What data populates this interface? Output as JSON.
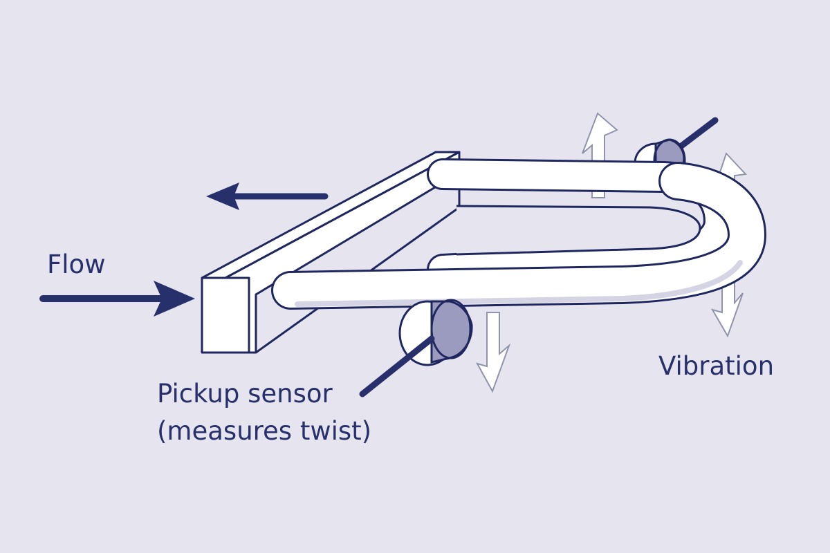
{
  "labels": {
    "flow": "Flow",
    "vibration": "Vibration",
    "pickup_line1": "Pickup sensor",
    "pickup_line2": "(measures twist)"
  },
  "colors": {
    "background": "#e6e5ef",
    "ink": "#27306a",
    "outline": "#1f275e",
    "tube_fill": "#ffffff",
    "tube_shadow": "#c9c9df",
    "sensor_band": "#9b9bbf",
    "vibration_arrow": "#8f93ad"
  },
  "icons": {
    "flow_in": "arrow-right-icon",
    "flow_out": "arrow-left-icon",
    "vibration": "double-headed-vertical-arrow-icon",
    "sensor": "cylinder-sensor-icon"
  }
}
